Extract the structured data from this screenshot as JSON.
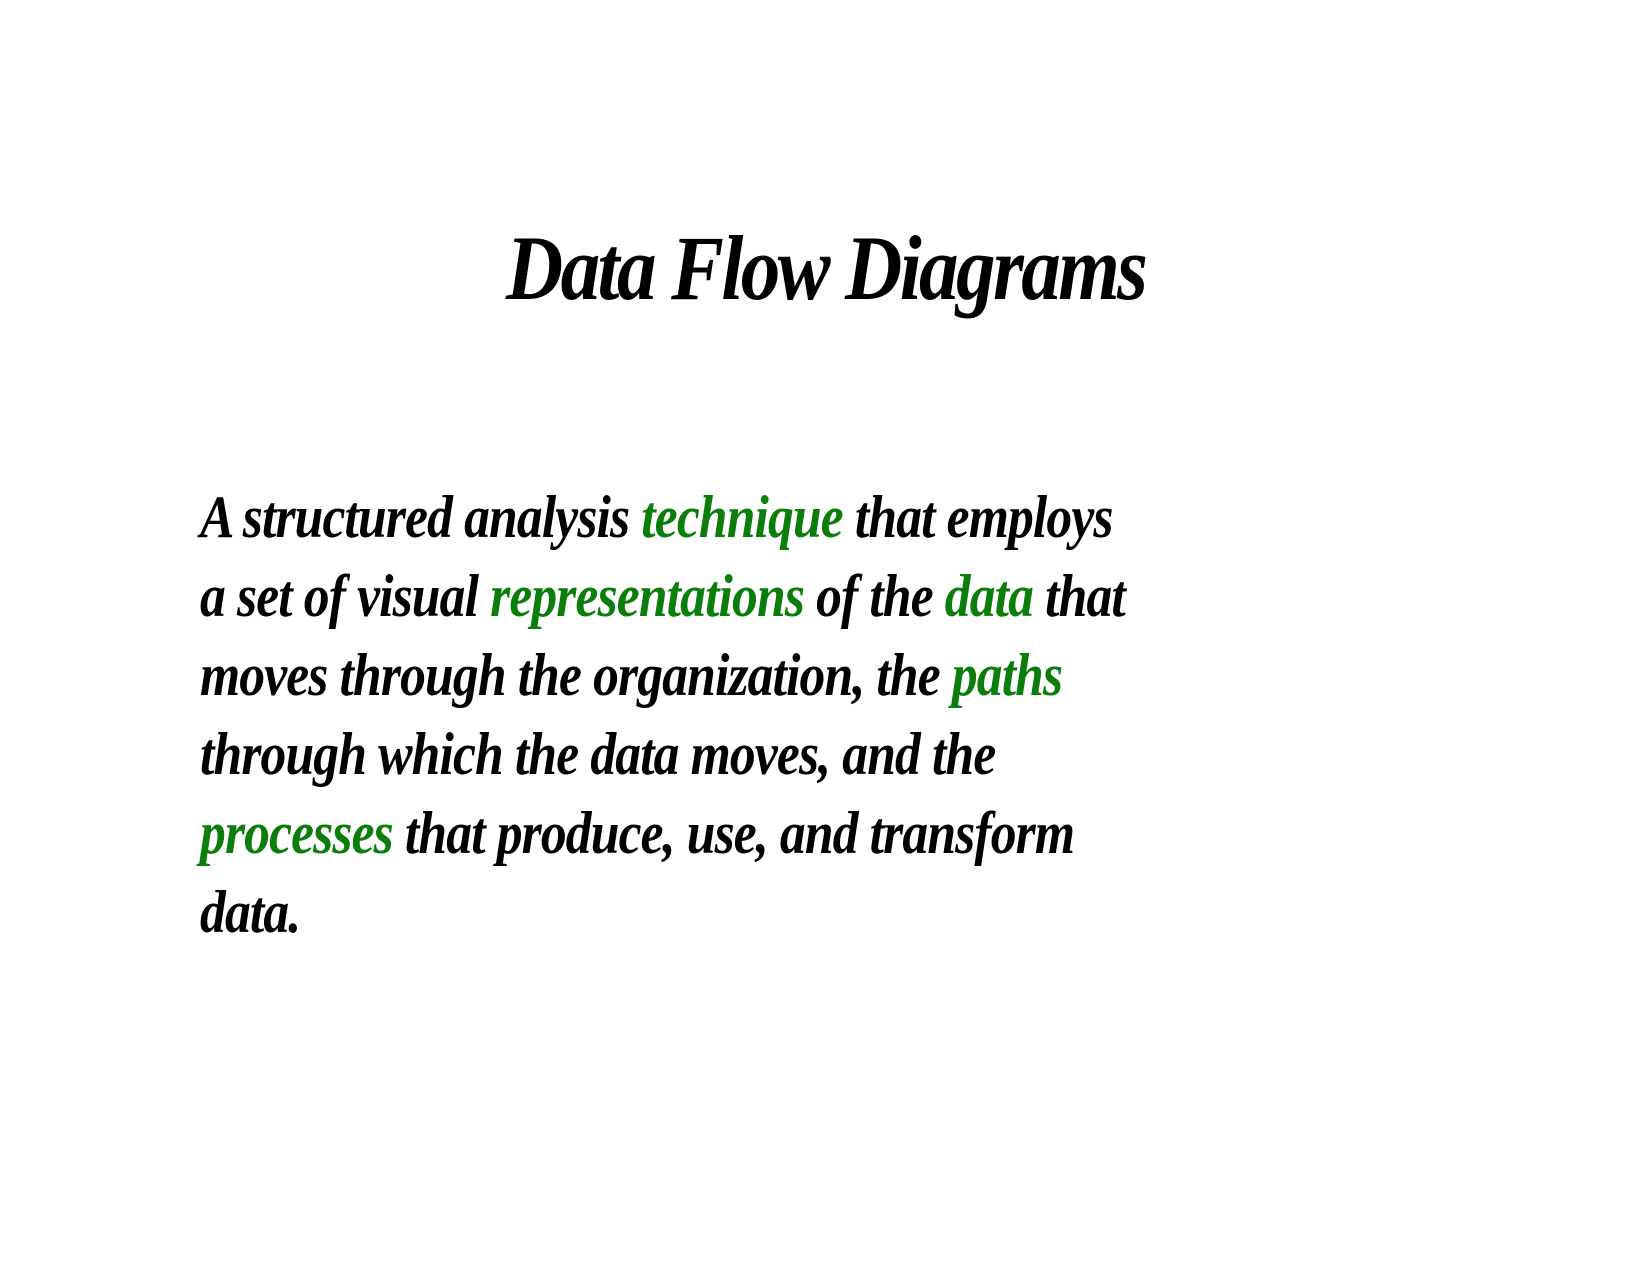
{
  "slide": {
    "title": "Data Flow Diagrams",
    "accent_color": "#0a7d0a",
    "text_color": "#000000",
    "background_color": "#ffffff",
    "definition_lines": [
      [
        {
          "text": "A structured analysis ",
          "highlight": false
        },
        {
          "text": "technique",
          "highlight": true
        },
        {
          "text": " that employs",
          "highlight": false
        }
      ],
      [
        {
          "text": "a set of visual ",
          "highlight": false
        },
        {
          "text": "representations",
          "highlight": true
        },
        {
          "text": " of the ",
          "highlight": false
        },
        {
          "text": "data",
          "highlight": true
        },
        {
          "text": " that",
          "highlight": false
        }
      ],
      [
        {
          "text": "moves through the organization, the ",
          "highlight": false
        },
        {
          "text": "paths",
          "highlight": true
        }
      ],
      [
        {
          "text": "through which the data moves, and the",
          "highlight": false
        }
      ],
      [
        {
          "text": "processes",
          "highlight": true
        },
        {
          "text": " that produce, use, and transform",
          "highlight": false
        }
      ],
      [
        {
          "text": "data.",
          "highlight": false
        }
      ]
    ]
  }
}
